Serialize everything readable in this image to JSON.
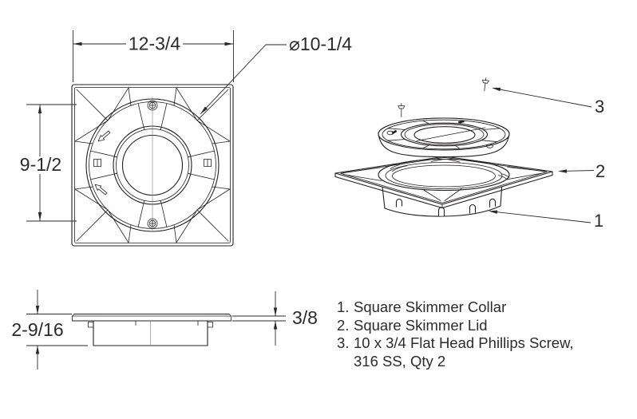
{
  "page": {
    "background": "#ffffff",
    "line_color": "#231f20",
    "text_color": "#2b2b2b"
  },
  "views": {
    "top_view": {
      "name": "top view of square skimmer lid in collar",
      "dims": {
        "width": "12-3/4",
        "height": "9-1/2",
        "diameter": "⌀10-1/4"
      },
      "markings": [
        "lock-arrow-marking",
        "open-arrow-marking",
        "phillips-screw-icon",
        "phillips-screw-icon"
      ]
    },
    "side_view": {
      "name": "side profile view",
      "dims": {
        "depth": "2-9/16",
        "thickness": "3/8"
      }
    },
    "exploded_view": {
      "name": "exploded isometric view",
      "callouts": [
        "1",
        "2",
        "3"
      ]
    }
  },
  "parts_list": [
    {
      "number": "1.",
      "name": "Square Skimmer Collar"
    },
    {
      "number": "2.",
      "name": "Square Skimmer Lid"
    },
    {
      "number": "3.",
      "name": "10 x 3/4 Flat Head Phillips Screw,",
      "name_line2": "316 SS, Qty 2"
    }
  ]
}
